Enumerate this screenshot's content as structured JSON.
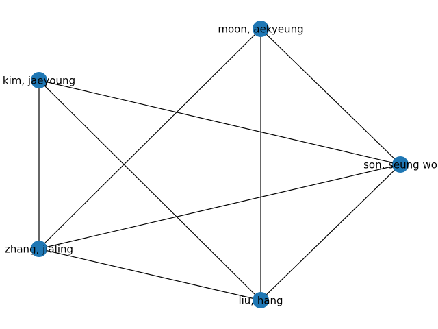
{
  "graph": {
    "node_color": "#1f77b4",
    "edge_color": "#000000",
    "nodes": [
      {
        "id": "moon",
        "label": "moon, aekyeung"
      },
      {
        "id": "kim",
        "label": "kim, jaeyoung"
      },
      {
        "id": "son",
        "label": "son, seung wo"
      },
      {
        "id": "zhang",
        "label": "zhang, jialing"
      },
      {
        "id": "liu",
        "label": "liu, hang"
      }
    ],
    "edges": [
      [
        "moon",
        "zhang"
      ],
      [
        "moon",
        "liu"
      ],
      [
        "moon",
        "son"
      ],
      [
        "kim",
        "zhang"
      ],
      [
        "kim",
        "liu"
      ],
      [
        "kim",
        "son"
      ],
      [
        "son",
        "zhang"
      ],
      [
        "son",
        "liu"
      ],
      [
        "zhang",
        "liu"
      ]
    ]
  }
}
